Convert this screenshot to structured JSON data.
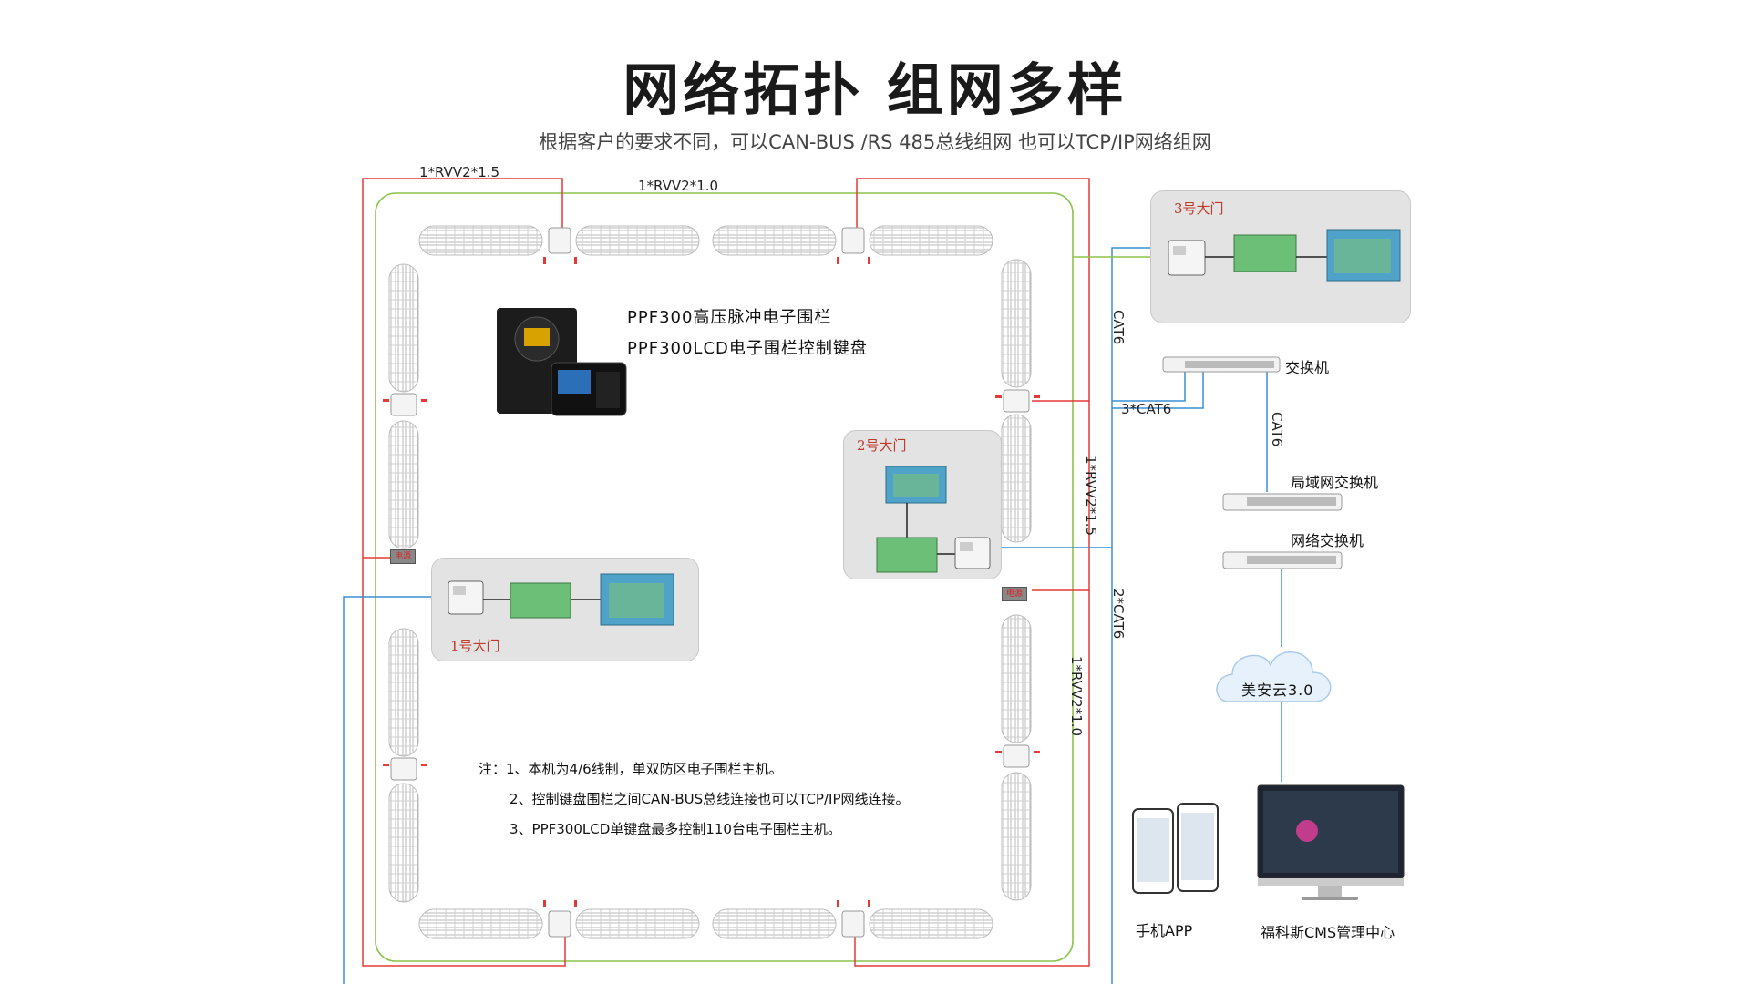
{
  "header": {
    "title": "网络拓扑  组网多样",
    "subtitle": "根据客户的要求不同，可以CAN-BUS /RS 485总线组网  也可以TCP/IP网络组网"
  },
  "cables": {
    "top_left": "1*RVV2*1.5",
    "top_center": "1*RVV2*1.0",
    "cat6_vertical": "CAT6",
    "three_cat6": "3*CAT6",
    "cat6_switch": "CAT6",
    "right_rvv15": "1*RVV2*1.5",
    "right_2cat6": "2*CAT6",
    "right_rvv10": "1*RVV2*1.0"
  },
  "product": {
    "line1": "PPF300高压脉冲电子围栏",
    "line2": "PPF300LCD电子围栏控制键盘"
  },
  "gates": {
    "gate1": "1号大门",
    "gate2": "2号大门",
    "gate3": "3号大门"
  },
  "power_labels": {
    "left": "电源",
    "right": "电源"
  },
  "network": {
    "switch": "交换机",
    "lan_switch": "局域网交换机",
    "net_switch": "网络交换机",
    "cloud": "美安云3.0",
    "mobile_app": "手机APP",
    "cms": "福科斯CMS管理中心"
  },
  "notes": [
    "注：1、本机为4/6线制，单双防区电子围栏主机。",
    "2、控制键盘围栏之间CAN-BUS总线连接也可以TCP/IP网线连接。",
    "3、PPF300LCD单键盘最多控制110台电子围栏主机。"
  ],
  "colors": {
    "power_line": "#e53935",
    "fence_line": "#8bc34a",
    "network_line": "#3a8fd6",
    "panel_bg": "#e3e3e3"
  }
}
